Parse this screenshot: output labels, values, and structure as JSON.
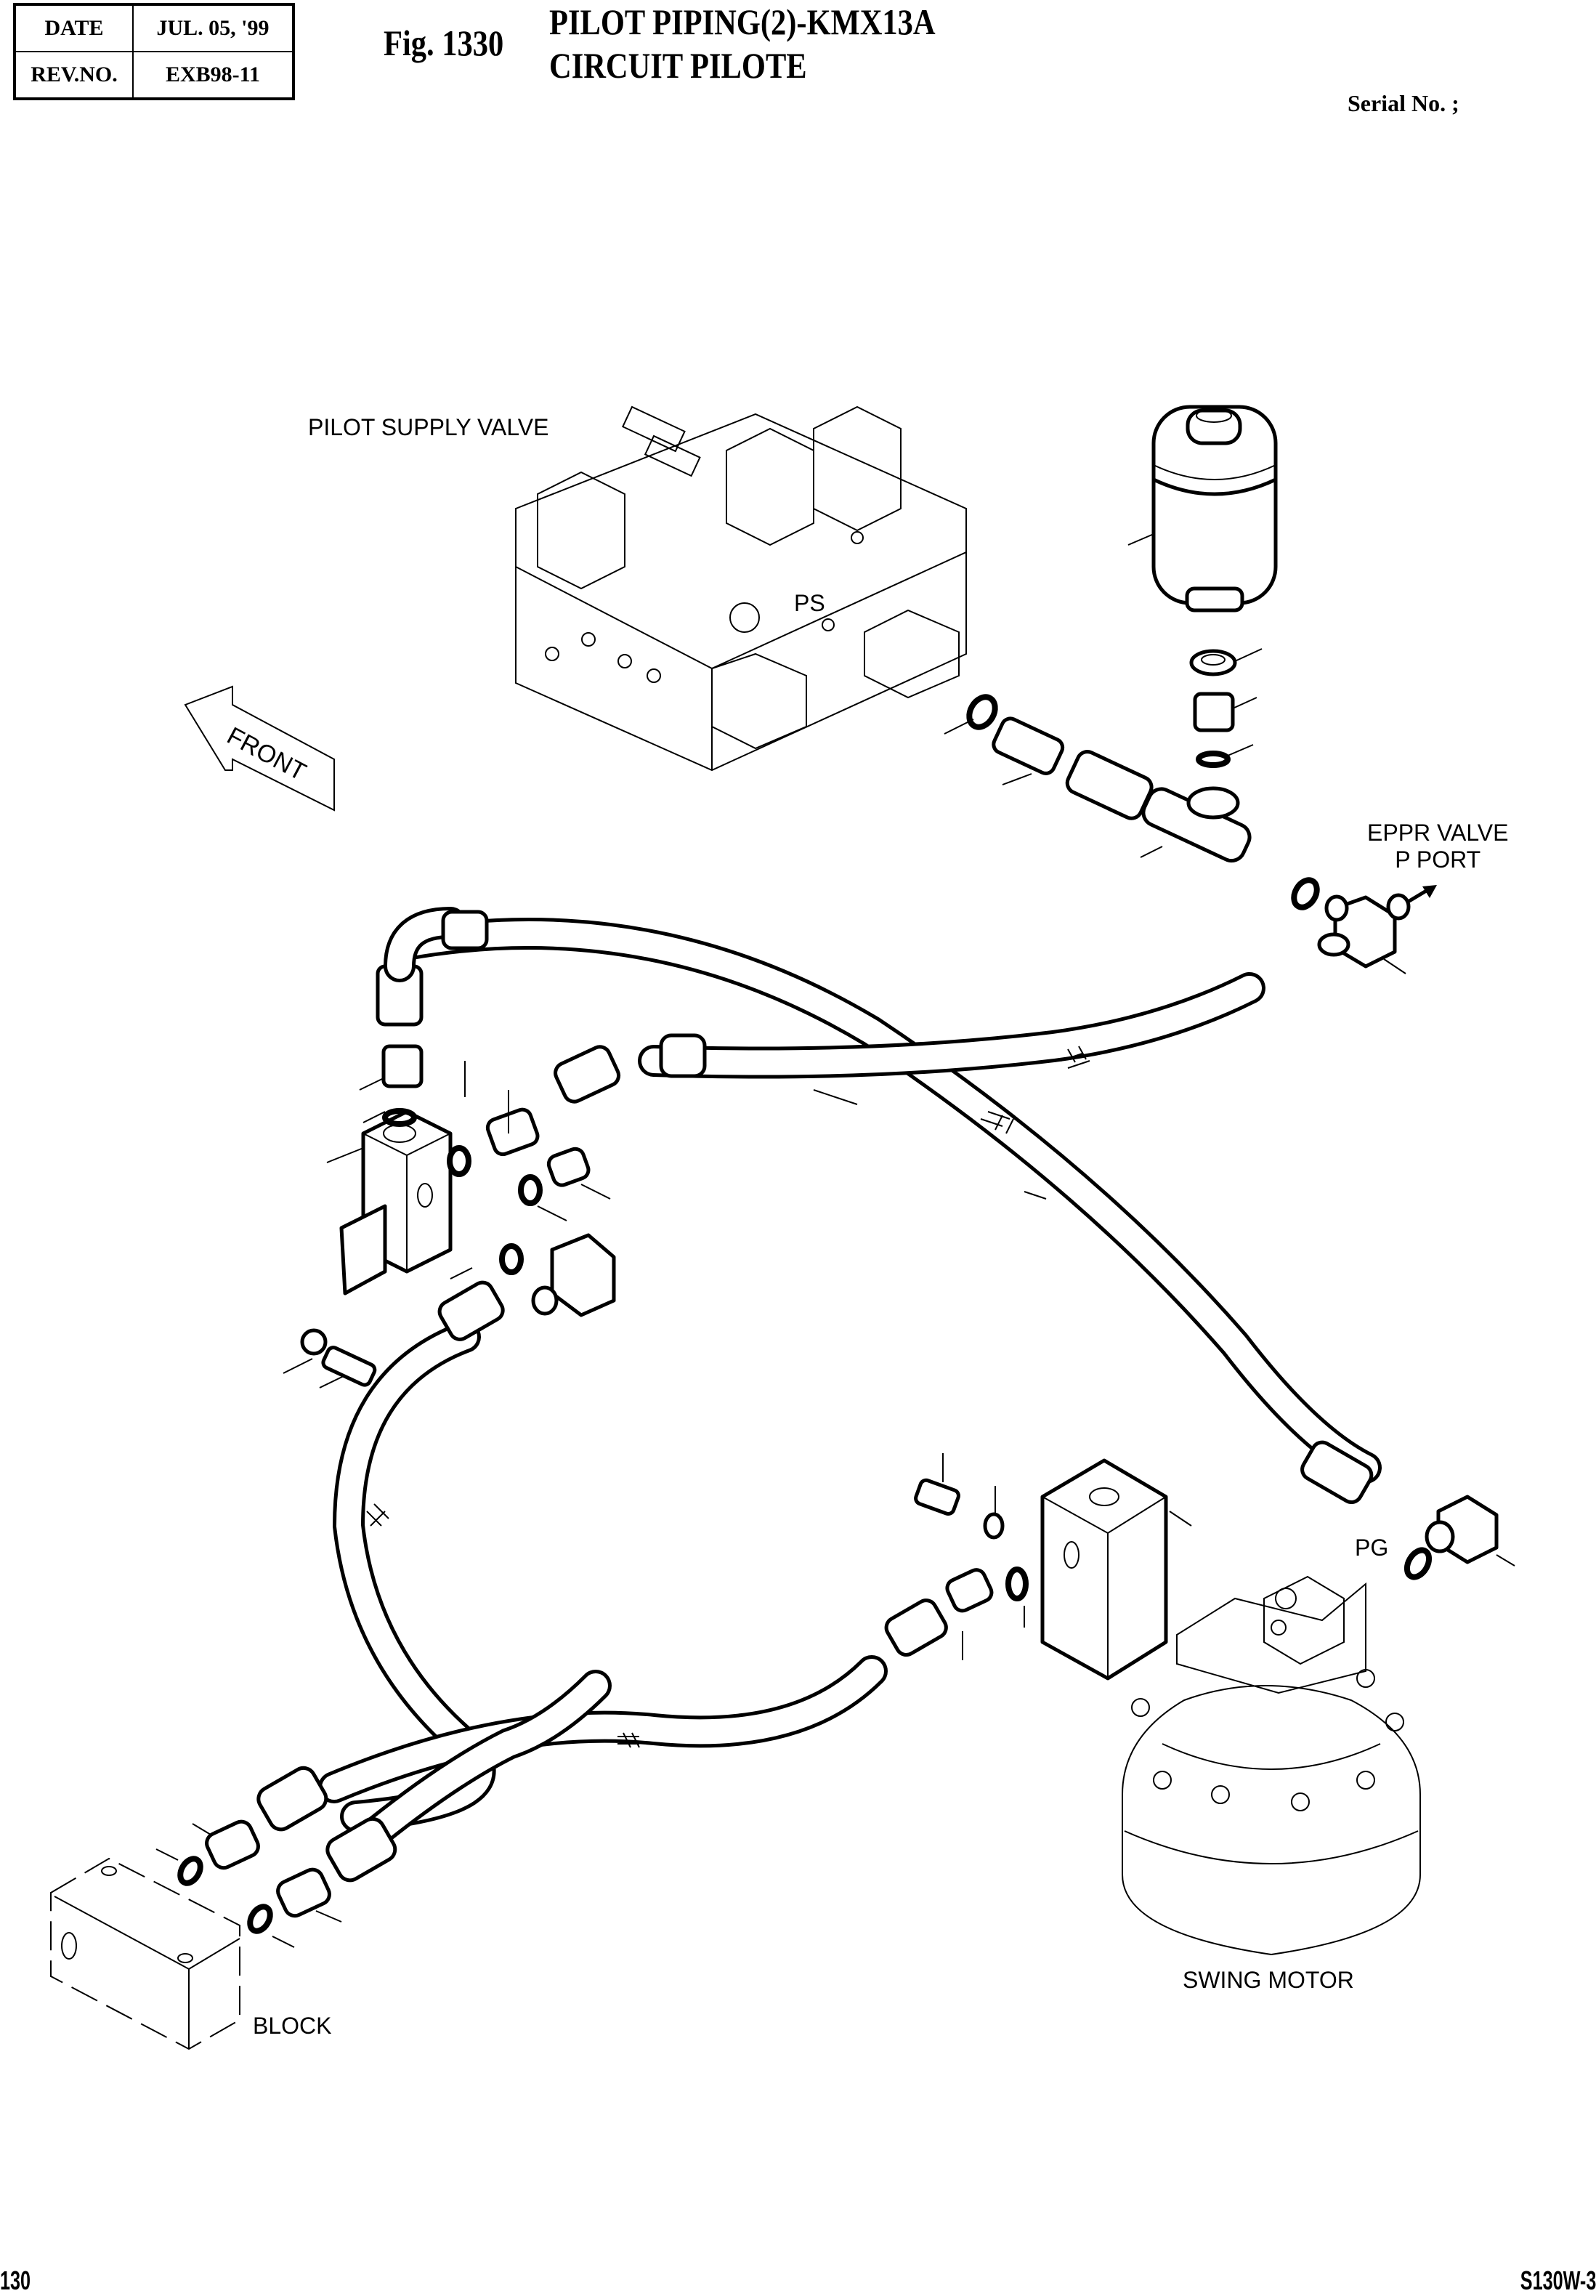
{
  "header": {
    "info_table": [
      {
        "key": "DATE",
        "value": "JUL. 05, '99"
      },
      {
        "key": "REV.NO.",
        "value": "EXB98-11"
      }
    ],
    "figure_number": "Fig. 1330",
    "title_line1": "PILOT PIPING(2)-KMX13A",
    "title_line2": "CIRCUIT PILOTE",
    "serial_label": "Serial No. ;"
  },
  "diagram": {
    "labels": {
      "pilot_supply_valve": "PILOT SUPPLY VALVE",
      "ps_port": "PS",
      "front_arrow": "FRONT",
      "eppr_valve_line1": "EPPR VALVE",
      "eppr_valve_line2": "P PORT",
      "pg_port": "PG",
      "swing_motor": "SWING MOTOR",
      "block": "BLOCK"
    },
    "icons": [
      "front-direction-arrow",
      "flow-direction-arrow"
    ]
  },
  "footer": {
    "page_number": "130",
    "model": "S130W-3"
  }
}
